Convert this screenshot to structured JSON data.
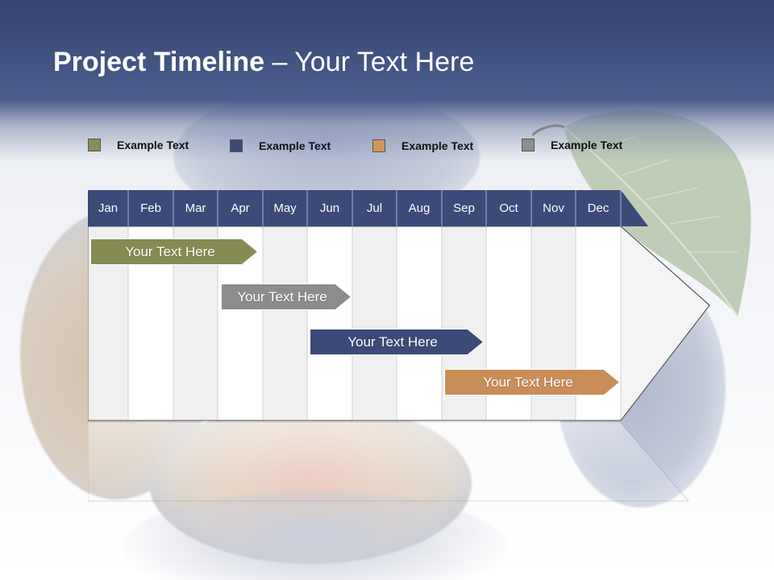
{
  "title": {
    "bold": "Project Timeline",
    "rest": " – Your Text Here"
  },
  "legend": [
    {
      "label": "Example Text",
      "color": "#8a8d58"
    },
    {
      "label": "Example Text",
      "color": "#3b4a77"
    },
    {
      "label": "Example Text",
      "color": "#d4955a"
    },
    {
      "label": "Example Text",
      "color": "#8e8e8e"
    }
  ],
  "months": [
    "Jan",
    "Feb",
    "Mar",
    "Apr",
    "May",
    "Jun",
    "Jul",
    "Aug",
    "Sep",
    "Oct",
    "Nov",
    "Dec"
  ],
  "tasks": [
    {
      "label": "Your  Text Here",
      "color": "#858b52",
      "start_month": "Jan",
      "end_month": "Apr"
    },
    {
      "label": "Your  Text Here",
      "color": "#8c8c8c",
      "start_month": "Apr",
      "end_month": "Jun"
    },
    {
      "label": "Your  Text Here",
      "color": "#3b4a77",
      "start_month": "Jun",
      "end_month": "Sep"
    },
    {
      "label": "Your  Text Here",
      "color": "#c98d58",
      "start_month": "Sep",
      "end_month": "Dec"
    }
  ],
  "colors": {
    "header": "#3b4a77",
    "band": "#445685",
    "col_shaded": "#f0f0f0",
    "col_plain": "#ffffff"
  }
}
